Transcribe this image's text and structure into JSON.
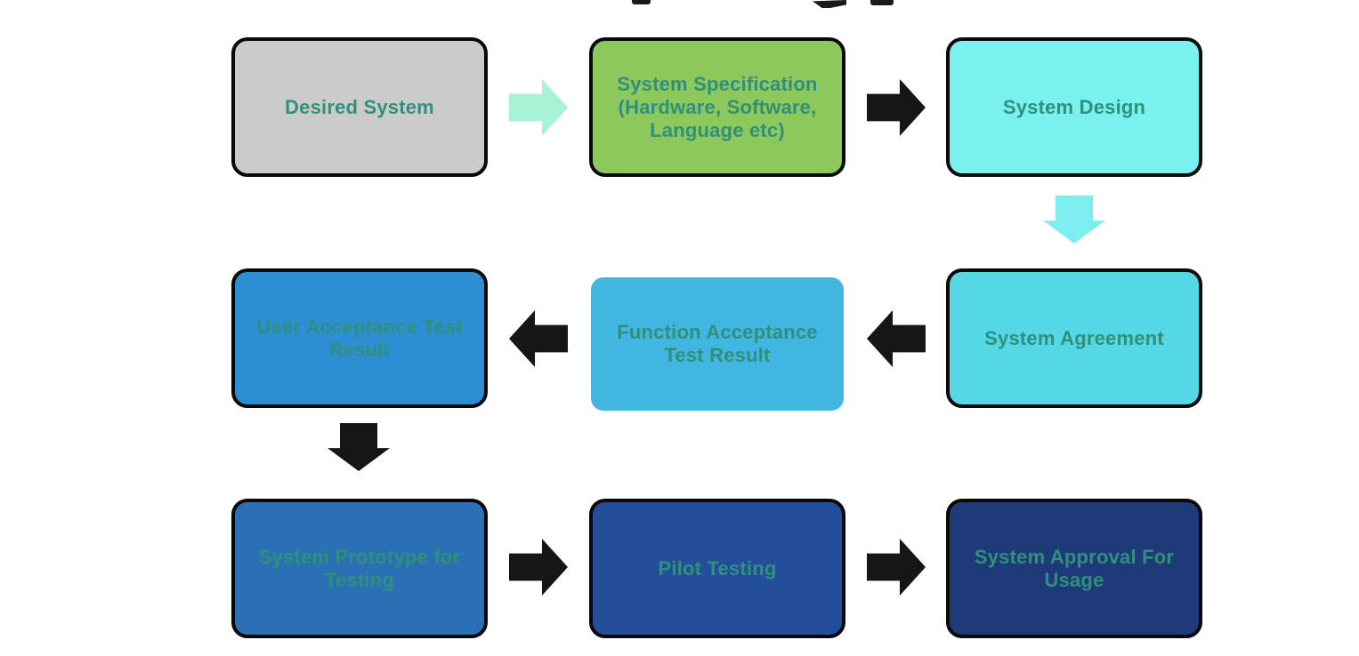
{
  "page": {
    "background_color": "#ffffff",
    "title_cropped_at_top": true
  },
  "flowchart": {
    "text_color": "#30907c",
    "border_color": "#0a0a0a",
    "nodes": [
      {
        "id": "desired-system",
        "label": "Desired System",
        "fill": "#cbcbcb",
        "text_color": "#30907c",
        "bordered": true
      },
      {
        "id": "system-specification",
        "label": "System Specification (Hardware, Software, Language etc)",
        "fill": "#8cc85c",
        "text_color": "#30907c",
        "bordered": true
      },
      {
        "id": "system-design",
        "label": "System Design",
        "fill": "#79f2ef",
        "text_color": "#30907c",
        "bordered": true
      },
      {
        "id": "user-acceptance-test-result",
        "label": "User Acceptance Test Result",
        "fill": "#2d8fd3",
        "text_color": "#30907c",
        "bordered": true
      },
      {
        "id": "function-acceptance-test-result",
        "label": "Function Acceptance Test Result",
        "fill": "#40b6e1",
        "text_color": "#30907c",
        "bordered": false
      },
      {
        "id": "system-agreement",
        "label": "System Agreement",
        "fill": "#55d8e5",
        "text_color": "#30907c",
        "bordered": true
      },
      {
        "id": "system-prototype-for-testing",
        "label": "System Prototype for Testing",
        "fill": "#2b70b5",
        "text_color": "#30907c",
        "bordered": true
      },
      {
        "id": "pilot-testing",
        "label": "Pilot Testing",
        "fill": "#234f9a",
        "text_color": "#30907c",
        "bordered": true
      },
      {
        "id": "system-approval-for-usage",
        "label": "System Approval For Usage",
        "fill": "#1f3a78",
        "text_color": "#30907c",
        "bordered": true
      }
    ],
    "connectors": [
      {
        "from": "desired-system",
        "to": "system-specification",
        "direction": "right",
        "color": "#a8f3d6"
      },
      {
        "from": "system-specification",
        "to": "system-design",
        "direction": "right",
        "color": "#161616"
      },
      {
        "from": "system-design",
        "to": "system-agreement",
        "direction": "down",
        "color": "#7eedf0"
      },
      {
        "from": "system-agreement",
        "to": "function-acceptance-test-result",
        "direction": "left",
        "color": "#161616"
      },
      {
        "from": "function-acceptance-test-result",
        "to": "user-acceptance-test-result",
        "direction": "left",
        "color": "#161616"
      },
      {
        "from": "user-acceptance-test-result",
        "to": "system-prototype-for-testing",
        "direction": "down",
        "color": "#161616"
      },
      {
        "from": "system-prototype-for-testing",
        "to": "pilot-testing",
        "direction": "right",
        "color": "#161616"
      },
      {
        "from": "pilot-testing",
        "to": "system-approval-for-usage",
        "direction": "right",
        "color": "#161616"
      }
    ]
  }
}
